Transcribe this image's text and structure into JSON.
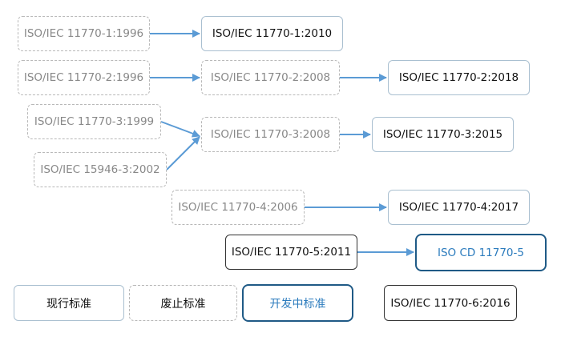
{
  "colors": {
    "arrow": "#5b9bd5",
    "developing_border": "#1f5a86",
    "developing_text": "#2b7bbd"
  },
  "nodes": {
    "p1_1996": "ISO/IEC 11770-1:1996",
    "p1_2010": "ISO/IEC 11770-1:2010",
    "p2_1996": "ISO/IEC 11770-2:1996",
    "p2_2008": "ISO/IEC 11770-2:2008",
    "p2_2018": "ISO/IEC 11770-2:2018",
    "p3_1999": "ISO/IEC 11770-3:1999",
    "p3_2008": "ISO/IEC 11770-3:2008",
    "p3_2015": "ISO/IEC 11770-3:2015",
    "p15946_2002": "ISO/IEC 15946-3:2002",
    "p4_2006": "ISO/IEC 11770-4:2006",
    "p4_2017": "ISO/IEC 11770-4:2017",
    "p5_2011": "ISO/IEC 11770-5:2011",
    "p5_cd": "ISO CD 11770-5",
    "p6_2016": "ISO/IEC 11770-6:2016"
  },
  "legend": {
    "current": "现行标准",
    "obsolete": "废止标准",
    "developing": "开发中标准"
  }
}
